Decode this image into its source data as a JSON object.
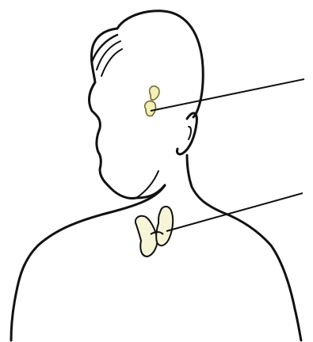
{
  "diagram": {
    "colors": {
      "outline": "#111111",
      "gland_fill": "#f2f0b8",
      "gland_stroke": "#6f6a2a",
      "leader": "#111111",
      "background": "#ffffff"
    },
    "parts": [
      {
        "id": "pituitary-gland",
        "shape": "small-bilobed-gland"
      },
      {
        "id": "thyroid-gland",
        "shape": "butterfly-gland"
      }
    ],
    "labels": [
      {
        "target": "pituitary-gland",
        "text": ""
      },
      {
        "target": "thyroid-gland",
        "text": ""
      }
    ]
  }
}
